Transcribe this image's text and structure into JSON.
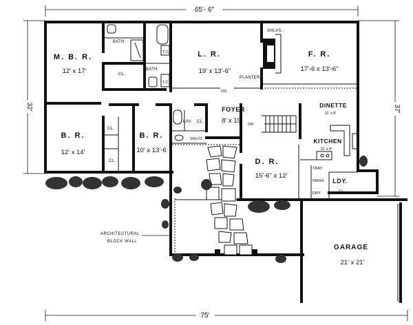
{
  "dimensions": {
    "top_width": "65'- 6\"",
    "bottom_width": "75'",
    "left_depth": "32'",
    "right_depth": "37'"
  },
  "rooms": {
    "mbr": {
      "name": "M. B. R.",
      "size": "12' x 17'"
    },
    "lr": {
      "name": "L. R.",
      "size": "19' x 13'-6\""
    },
    "fr": {
      "name": "F. R.",
      "size": "17'-6 x 13'-6\""
    },
    "br1": {
      "name": "B. R.",
      "size": "12' x 14'"
    },
    "br2": {
      "name": "B. R.",
      "size": "10' x 13'-6"
    },
    "foyer": {
      "name": "FOYER",
      "size": "8' x 19'"
    },
    "dinette": {
      "name": "DINETTE",
      "size": "11' x 8'"
    },
    "kitchen": {
      "name": "KITCHEN",
      "size": "11' x 8'"
    },
    "dr": {
      "name": "D. R.",
      "size": "15'-6\" x 12'"
    },
    "ldy": {
      "name": "LDY."
    },
    "garage": {
      "name": "GARAGE",
      "size": "21' x 21'"
    }
  },
  "labels": {
    "bath_top": "BATH",
    "bath_mid": "BATH",
    "cl_mbr": "CL.",
    "cl_br1": "CL.",
    "cl_br1b": "CL.",
    "cl_foyer": "CL.",
    "cl_ldy": "CL.",
    "tc_top": "T.C.",
    "tc_bottom": "T.C.",
    "shlvs_fr": "SHLVS.",
    "shlvs_foyer": "SHLVS",
    "planter": "PLANTER",
    "dn_lr": "DN",
    "dn_foyer": "DN",
    "lav": "LAV.",
    "tray": "TRAY",
    "wash": "WASH.",
    "dry": "DRY."
  },
  "notes": {
    "wall_line1": "ARCHITECTURAL",
    "wall_line2": "BLOCK WALL"
  }
}
